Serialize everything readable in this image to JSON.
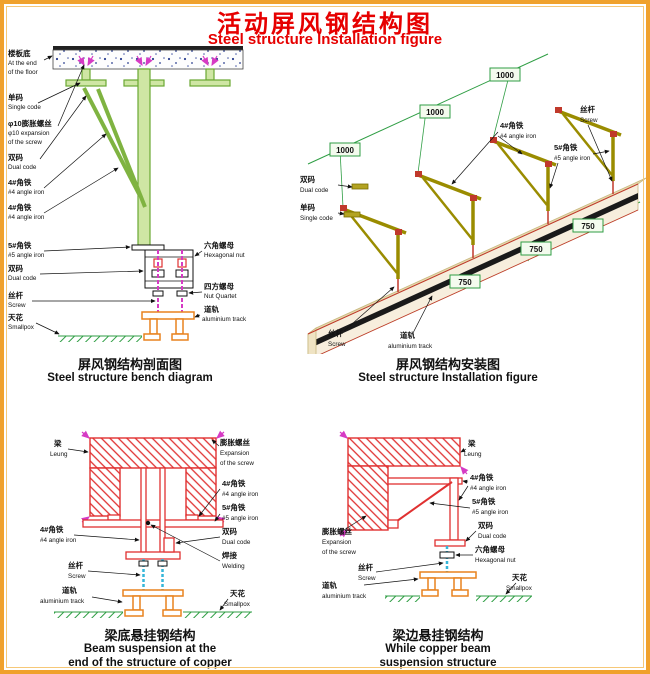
{
  "title": {
    "cn": "活动屏风钢结构图",
    "en": "Steel structure Installation figure"
  },
  "colors": {
    "title_red": "#e60000",
    "frame_orange": "#f0a12c",
    "member_green": "#6aa832",
    "dim_green": "#2f9e44",
    "magenta": "#d63bc4",
    "structure_red": "#e03131",
    "track_orange": "#e8821e",
    "rod_cyan": "#35b6d9",
    "beam_olive": "#9a8c00"
  },
  "section_panel": {
    "caption_cn": "屏风钢结构剖面图",
    "caption_en": "Steel structure bench diagram",
    "labels": {
      "floor_cn": "楼板底",
      "floor_en1": "At the end",
      "floor_en2": "of the floor",
      "single_cn": "单码",
      "single_en": "Single code",
      "expansion_cn": "φ10膨胀螺丝",
      "expansion_en1": "φ10 expansion",
      "expansion_en2": "of the screw",
      "dual_a_cn": "双码",
      "dual_a_en": "Dual code",
      "angle4_a_cn": "4#角铁",
      "angle4_a_en": "#4 angle iron",
      "angle4_b_cn": "4#角铁",
      "angle4_b_en": "#4 angle iron",
      "angle5_cn": "5#角铁",
      "angle5_en": "#5 angle iron",
      "dual_b_cn": "双码",
      "dual_b_en": "Dual code",
      "screw_cn": "丝杆",
      "screw_en": "Screw",
      "ceiling_cn": "天花",
      "ceiling_en": "Smallpox",
      "hexnut_cn": "六角螺母",
      "hexnut_en": "Hexagonal nut",
      "squarenut_cn": "四方螺母",
      "squarenut_en": "Nut Quartet",
      "track_cn": "道轨",
      "track_en": "aluminium track"
    }
  },
  "install_panel": {
    "caption_cn": "屏风钢结构安装图",
    "caption_en": "Steel structure Installation figure",
    "dims_1000": [
      "1000",
      "1000",
      "1000"
    ],
    "dims_750": [
      "750",
      "750",
      "750"
    ],
    "labels": {
      "angle4_cn": "4#角铁",
      "angle4_en": "#4 angle iron",
      "screw_top_cn": "丝杆",
      "screw_top_en": "Screw",
      "angle5_cn": "5#角铁",
      "angle5_en": "#5 angle iron",
      "dual_cn": "双码",
      "dual_en": "Dual code",
      "single_cn": "单码",
      "single_en": "Single code",
      "screw_bottom_cn": "丝杆",
      "screw_bottom_en": "Screw",
      "track_cn": "道轨",
      "track_en": "aluminium track"
    }
  },
  "beam_bottom_panel": {
    "caption_cn": "梁底悬挂钢结构",
    "caption_en1": "Beam suspension at the",
    "caption_en2": "end of the structure of copper",
    "labels": {
      "beam_cn": "梁",
      "beam_en": "Leung",
      "expansion_cn": "膨胀螺丝",
      "expansion_en1": "Expansion",
      "expansion_en2": "of the screw",
      "angle4_r_cn": "4#角铁",
      "angle4_r_en": "#4 angle iron",
      "angle5_cn": "5#角铁",
      "angle5_en": "#5 angle iron",
      "angle4_l_cn": "4#角铁",
      "angle4_l_en": "#4 angle iron",
      "dual_cn": "双码",
      "dual_en": "Dual code",
      "weld_cn": "焊接",
      "weld_en": "Welding",
      "screw_cn": "丝杆",
      "screw_en": "Screw",
      "track_cn": "道轨",
      "track_en": "aluminium track",
      "ceiling_cn": "天花",
      "ceiling_en": "Smallpox"
    }
  },
  "beam_side_panel": {
    "caption_cn": "梁边悬挂钢结构",
    "caption_en1": "While copper beam",
    "caption_en2": "suspension structure",
    "labels": {
      "beam_cn": "梁",
      "beam_en": "Leung",
      "angle4_cn": "4#角铁",
      "angle4_en": "#4 angle iron",
      "angle5_cn": "5#角铁",
      "angle5_en": "#5 angle iron",
      "expansion_cn": "膨胀螺丝",
      "expansion_en1": "Expansion",
      "expansion_en2": "of the screw",
      "dual_cn": "双码",
      "dual_en": "Dual code",
      "hexnut_cn": "六角螺母",
      "hexnut_en": "Hexagonal nut",
      "screw_cn": "丝杆",
      "screw_en": "Screw",
      "track_cn": "道轨",
      "track_en": "aluminium track",
      "ceiling_cn": "天花",
      "ceiling_en": "Smallpox"
    }
  }
}
